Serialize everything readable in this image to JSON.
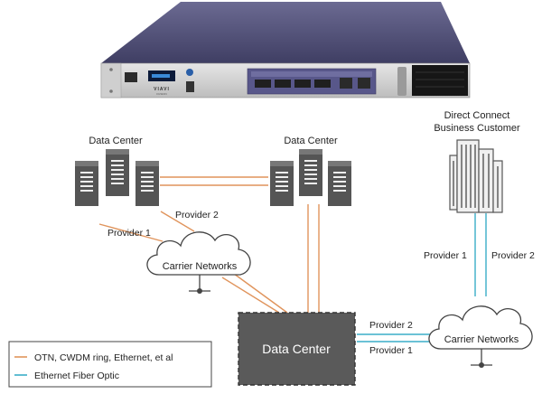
{
  "device": {
    "brand": "VIAVI",
    "model": "FUSION"
  },
  "labels": {
    "dc_left": "Data Center",
    "dc_right": "Data Center",
    "dc_main": "Data Center",
    "direct_connect_line1": "Direct Connect",
    "direct_connect_line2": "Business Customer",
    "carrier_left": "Carrier Networks",
    "carrier_right": "Carrier Networks",
    "provider2_top": "Provider 2",
    "provider1_top": "Provider 1",
    "provider1_right": "Provider 1",
    "provider2_right": "Provider 2",
    "provider2_mid": "Provider 2",
    "provider1_mid": "Provider 1"
  },
  "legend": {
    "items": [
      {
        "label": "OTN, CWDM ring, Ethernet, et al",
        "color": "#e0945c"
      },
      {
        "label": "Ethernet Fiber Optic",
        "color": "#3aaec8"
      }
    ]
  },
  "colors": {
    "otn_line": "#e0945c",
    "fiber_line": "#3aaec8",
    "dark_box": "#5a5a5a",
    "server_dark": "#555555",
    "server_light": "#f2f2f2",
    "device_body": "#4b4a72"
  }
}
